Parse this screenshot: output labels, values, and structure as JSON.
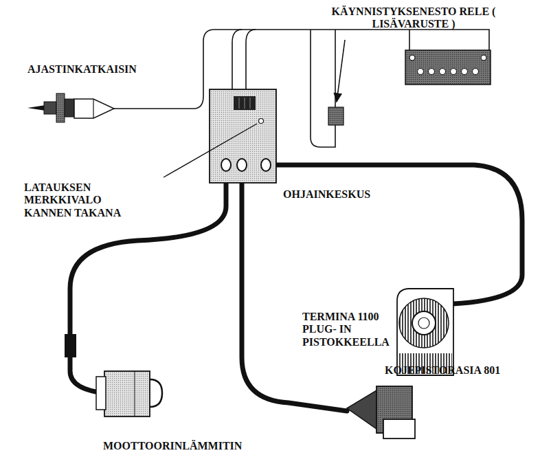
{
  "diagram": {
    "labels": [
      "KÄYNNISTYKSENESTO RELE ( LISÄVARUSTE )",
      "AJASTINKATKAISIN",
      "LATAUKSEN MERKKIVALO KANNEN TAKANA",
      "OHJAINKESKUS",
      "TERMINA 1100 PLUG- IN PISTOKKEELLA",
      "KOJEPISTORASIA 801",
      "MOOTTOORINLÄMMITIN"
    ]
  }
}
